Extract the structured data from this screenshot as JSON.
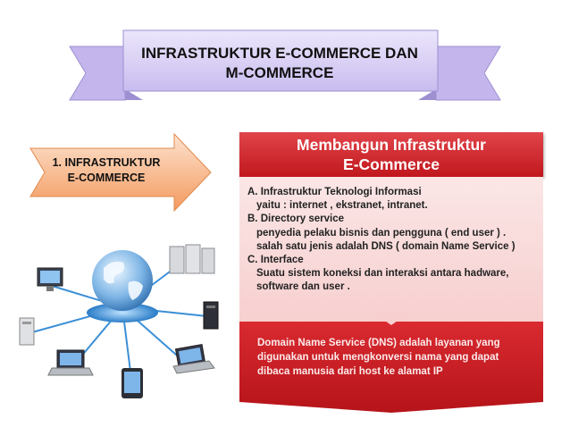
{
  "banner": {
    "line1": "INFRASTRUKTUR  E-COMMERCE DAN",
    "line2": "M-COMMERCE"
  },
  "arrow": {
    "line1": "1. INFRASTRUKTUR",
    "line2": "E-COMMERCE"
  },
  "panel": {
    "header_line1": "Membangun Infrastruktur",
    "header_line2": "E-Commerce",
    "items": [
      "A. Infrastruktur Teknologi Informasi",
      "yaitu : internet , ekstranet, intranet.",
      "B. Directory service",
      "penyedia pelaku bisnis dan pengguna ( end user ) .",
      "salah satu jenis adalah DNS ( domain Name Service )",
      "C. Interface",
      "Suatu sistem koneksi dan interaksi antara hadware,",
      "software dan user ."
    ],
    "footer_lines": [
      "Domain Name Service (DNS) adalah layanan yang",
      "digunakan untuk mengkonversi nama yang dapat",
      "dibaca manusia dari host ke alamat IP"
    ]
  },
  "colors": {
    "ribbon": "#d7cdf3",
    "arrow": "#f4a46b",
    "panel_red": "#c1171d",
    "panel_light": "#f8d7d7"
  }
}
